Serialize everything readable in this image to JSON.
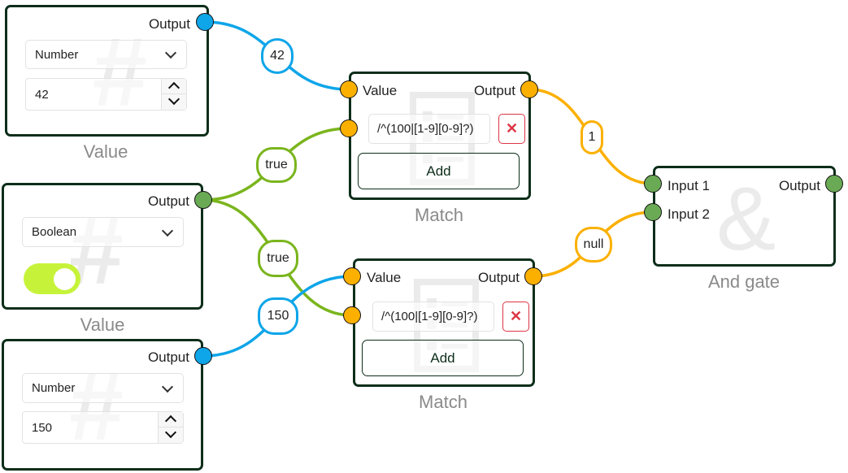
{
  "colors": {
    "blue": "#0ea5e9",
    "green": "#7ab51d",
    "yellow": "#fbb000",
    "node_border": "#0d2e1a",
    "toggle_on": "#c6f33a",
    "danger": "#dc3545"
  },
  "nodes": {
    "value1": {
      "title": "Value",
      "output_label": "Output",
      "type": "Number",
      "value": "42",
      "watermark": "#"
    },
    "value2": {
      "title": "Value",
      "output_label": "Output",
      "type": "Boolean",
      "toggle_on": true,
      "watermark": "#"
    },
    "value3": {
      "title": "Value",
      "output_label": "Output",
      "type": "Number",
      "value": "150",
      "watermark": "#"
    },
    "match1": {
      "title": "Match",
      "input_label": "Value",
      "output_label": "Output",
      "pattern": "/^(100|[1-9][0-9]?)",
      "add_label": "Add",
      "remove_icon": "close-icon"
    },
    "match2": {
      "title": "Match",
      "input_label": "Value",
      "output_label": "Output",
      "pattern": "/^(100|[1-9][0-9]?)",
      "add_label": "Add",
      "remove_icon": "close-icon"
    },
    "and_gate": {
      "title": "And gate",
      "input1_label": "Input 1",
      "input2_label": "Input 2",
      "output_label": "Output",
      "watermark": "&"
    }
  },
  "edges": [
    {
      "from": "value1.output",
      "to": "match1.value",
      "label": "42",
      "color": "blue"
    },
    {
      "from": "value2.output",
      "to": "match1.pattern",
      "label": "true",
      "color": "green"
    },
    {
      "from": "value2.output",
      "to": "match2.pattern",
      "label": "true",
      "color": "green"
    },
    {
      "from": "value3.output",
      "to": "match2.value",
      "label": "150",
      "color": "blue"
    },
    {
      "from": "match1.output",
      "to": "and_gate.input1",
      "label": "1",
      "color": "yellow"
    },
    {
      "from": "match2.output",
      "to": "and_gate.input2",
      "label": "null",
      "color": "yellow"
    }
  ]
}
